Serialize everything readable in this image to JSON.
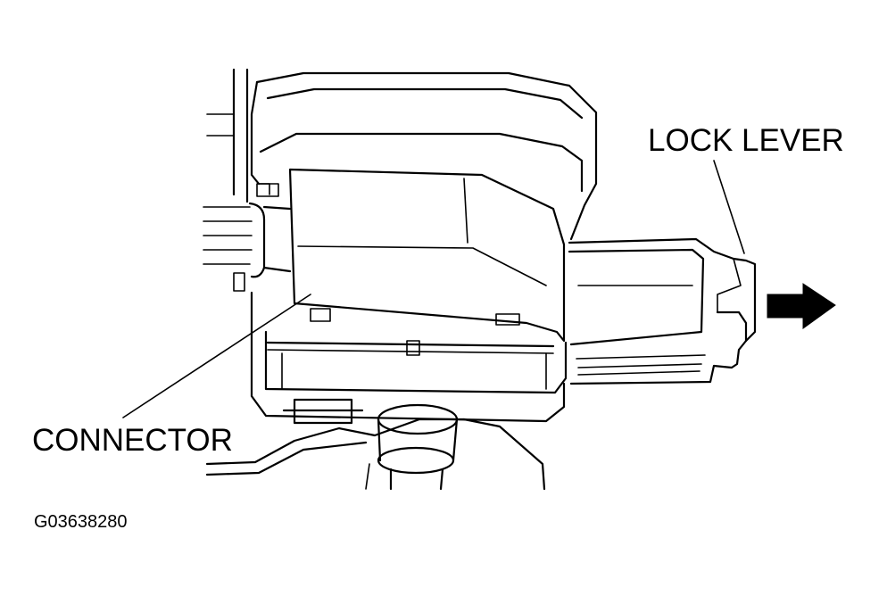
{
  "labels": {
    "lock_lever": "LOCK LEVER",
    "connector": "CONNECTOR",
    "figure_id": "G03638280"
  },
  "colors": {
    "ink": "#000000",
    "paper": "#ffffff"
  },
  "icons": {
    "direction_arrow": "arrow-right-icon"
  }
}
